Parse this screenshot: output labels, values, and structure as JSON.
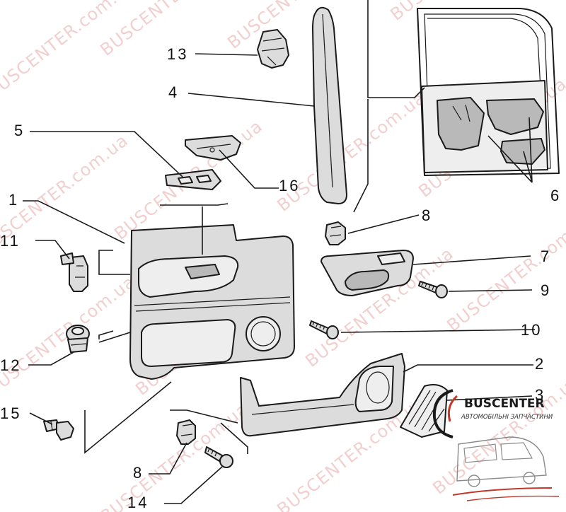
{
  "watermark": {
    "text": "BUSCENTER.com.ua",
    "color": "#e9a9a9"
  },
  "brand": {
    "name": "BUSCENTER",
    "tagline": "АВТОМОБІЛЬНІ ЗАПЧАСТИНИ",
    "accent": "#c0392b"
  },
  "callouts": {
    "c1": "1",
    "c2": "2",
    "c3": "3",
    "c4": "4",
    "c5": "5",
    "c6": "6",
    "c7": "7",
    "c8a": "8",
    "c8b": "8",
    "c9": "9",
    "c10": "10",
    "c11": "11",
    "c12": "12",
    "c13": "13",
    "c14": "14",
    "c15": "15",
    "c16": "16"
  }
}
